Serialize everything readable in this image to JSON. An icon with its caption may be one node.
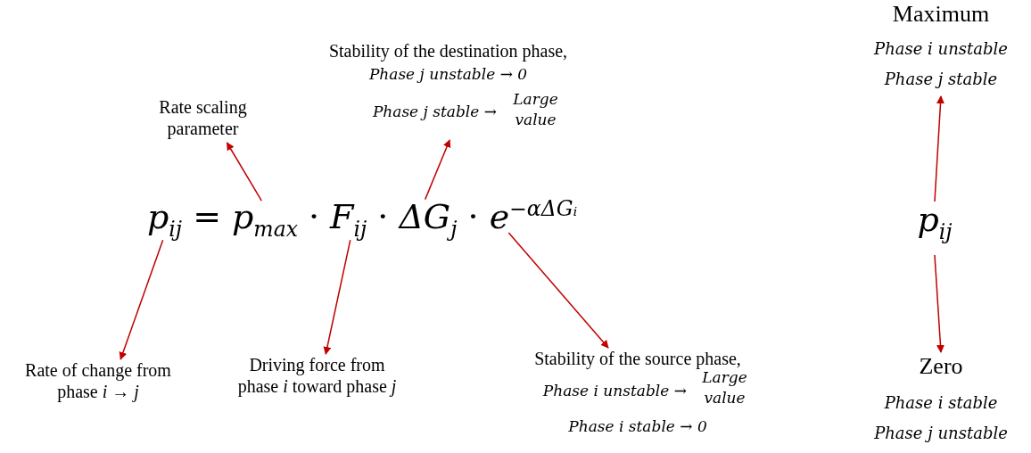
{
  "diagram": {
    "nodes": [
      {
        "text": [
          "Rate scaling parameter"
        ]
      },
      {
        "text": [
          "Stability of the destination phase,",
          "*Phase j unstable* → 0",
          "*Phase j stable* →",
          "*Large value*"
        ]
      },
      {
        "text": [
          "p$_{ij}$"
        ]
      },
      {
        "text": [
          "p$_{max}$"
        ]
      },
      {
        "text": [
          "F$_{ij}$"
        ]
      },
      {
        "text": [
          "ΔG$_{j}$"
        ]
      },
      {
        "text": [
          "e$^{−αΔGᵢ}$"
        ]
      },
      {
        "text": [
          "Rate of change from phase *i* → *j*"
        ]
      },
      {
        "text": [
          "Driving force from phase *i* toward phase *j*"
        ]
      },
      {
        "text": [
          "Stability of the source phase,",
          "*Phase i unstable* →",
          "*Large value*",
          "*Phase i stable* → 0"
        ]
      },
      {
        "text": [
          "Maximum",
          "Phase i unstable",
          "Phase j stable"
        ]
      },
      {
        "text": [
          "p$_{ij}$"
        ]
      },
      {
        "text": [
          "Zero",
          "Phase i stable",
          "Phase j unstable"
        ]
      }
    ],
    "edges": [
      {
        "from": 3,
        "to": 0,
        "arrow": "to"
      },
      {
        "from": 5,
        "to": 1,
        "arrow": "to"
      },
      {
        "from": 2,
        "to": 7,
        "arrow": "to"
      },
      {
        "from": 4,
        "to": 8,
        "arrow": "to"
      },
      {
        "from": 6,
        "to": 9,
        "arrow": "to"
      },
      {
        "from": 11,
        "to": 10,
        "arrow": "to"
      },
      {
        "from": 11,
        "to": 12,
        "arrow": "to"
      }
    ],
    "labels": [
      "=",
      "·",
      "·",
      "·"
    ]
  }
}
